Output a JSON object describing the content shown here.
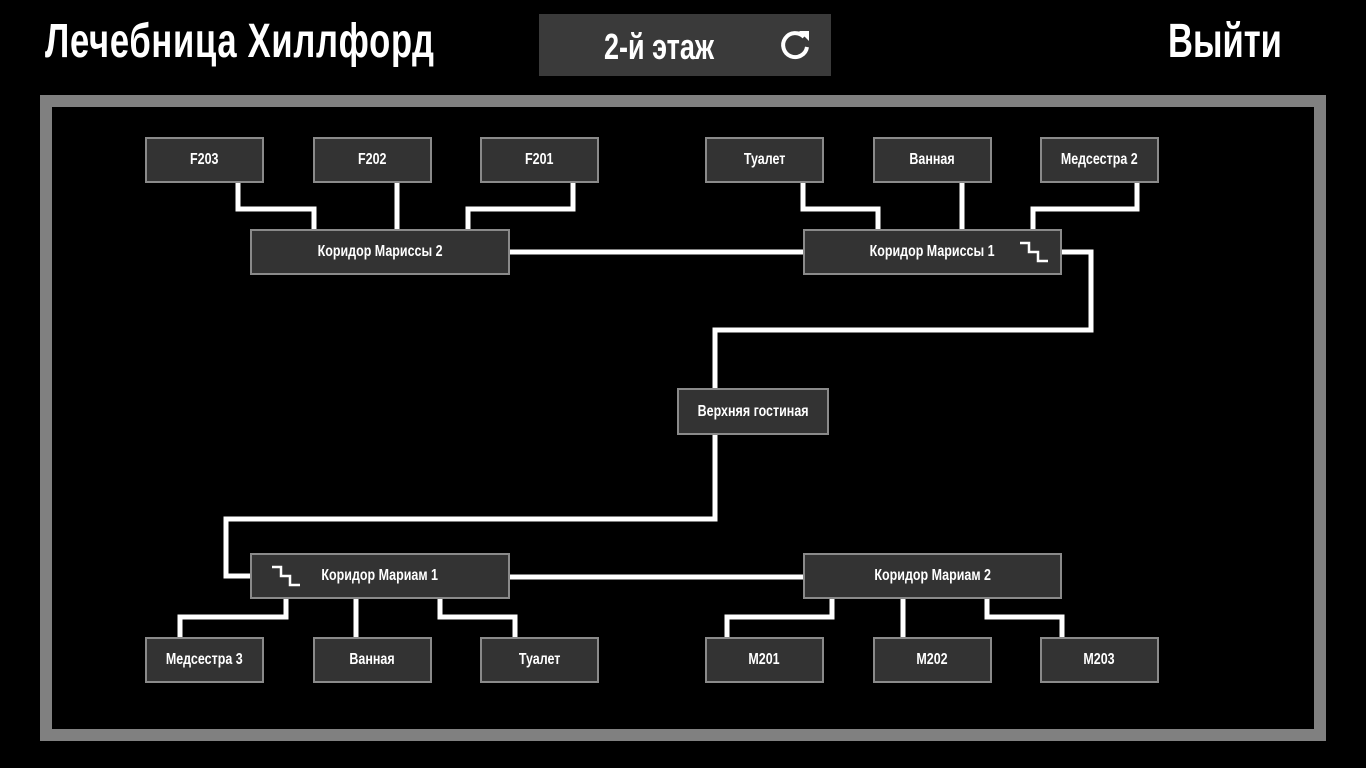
{
  "header": {
    "title": "Лечебница Хиллфорд",
    "floor_label": "2-й этаж",
    "exit_label": "Выйти"
  },
  "rooms": {
    "f203": "F203",
    "f202": "F202",
    "f201": "F201",
    "toilet_top": "Туалет",
    "bath_top": "Ванная",
    "nurse2": "Медсестра 2",
    "corridor_marissa2": "Коридор Мариссы 2",
    "corridor_marissa1": "Коридор Мариссы 1",
    "upper_lounge": "Верхняя гостиная",
    "corridor_mariam1": "Коридор Мариам 1",
    "corridor_mariam2": "Коридор Мариам 2",
    "nurse3": "Медсестра 3",
    "bath_bottom": "Ванная",
    "toilet_bottom": "Туалет",
    "m201": "M201",
    "m202": "M202",
    "m203": "M203"
  },
  "colors": {
    "room_fill": "#333333",
    "room_border": "#8a8a8a",
    "frame": "#808080",
    "line": "#ffffff"
  }
}
